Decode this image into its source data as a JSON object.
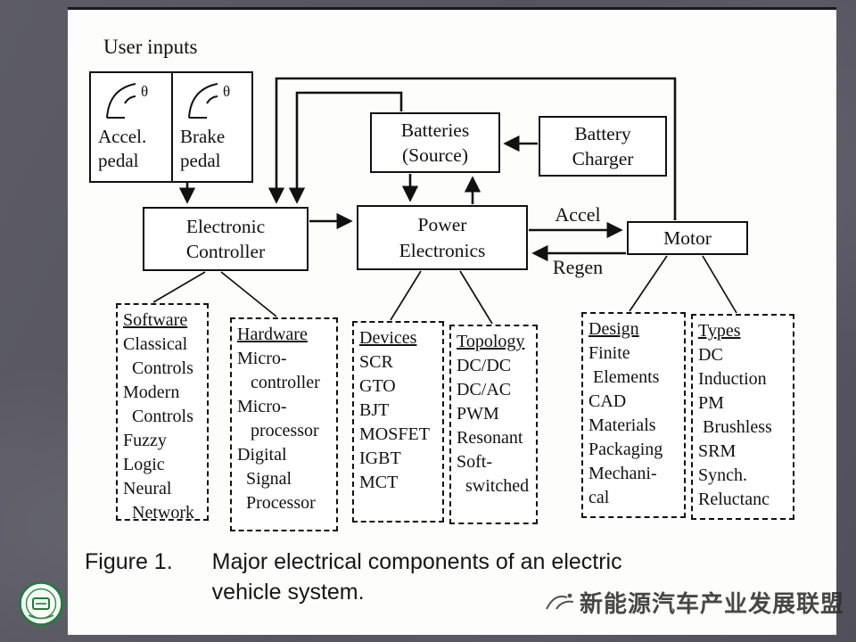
{
  "labels": {
    "user_inputs": "User inputs",
    "theta": "θ",
    "accel_flow": "Accel",
    "regen_flow": "Regen"
  },
  "blocks": {
    "accel_pedal": {
      "line1": "Accel.",
      "line2": "pedal"
    },
    "brake_pedal": {
      "line1": "Brake",
      "line2": "pedal"
    },
    "batteries": {
      "line1": "Batteries",
      "line2": "(Source)"
    },
    "charger": {
      "line1": "Battery",
      "line2": "Charger"
    },
    "controller": {
      "line1": "Electronic",
      "line2": "Controller"
    },
    "power": {
      "line1": "Power",
      "line2": "Electronics"
    },
    "motor": {
      "line1": "Motor"
    }
  },
  "lists": {
    "software": {
      "header": "Software",
      "lines": [
        "Classical",
        "  Controls",
        "Modern",
        "  Controls",
        "Fuzzy",
        "Logic",
        "Neural",
        "  Network"
      ]
    },
    "hardware": {
      "header": "Hardware",
      "lines": [
        "Micro-",
        "   controller",
        "Micro-",
        "   processor",
        "Digital",
        "  Signal",
        "  Processor"
      ]
    },
    "devices": {
      "header": "Devices",
      "lines": [
        "SCR",
        "GTO",
        "BJT",
        "MOSFET",
        "IGBT",
        "MCT"
      ]
    },
    "topology": {
      "header": "Topology",
      "lines": [
        "DC/DC",
        "DC/AC",
        "PWM",
        "Resonant",
        "Soft-",
        "  switched"
      ]
    },
    "design": {
      "header": "Design",
      "lines": [
        "Finite",
        " Elements",
        "CAD",
        "Materials",
        "Packaging",
        "Mechani-",
        "cal"
      ]
    },
    "types": {
      "header": "Types",
      "lines": [
        "DC",
        "Induction",
        "PM",
        " Brushless",
        "SRM",
        "Synch.",
        "Reluctanc"
      ]
    }
  },
  "caption": {
    "figure_label": "Figure 1.",
    "text_line1": "Major electrical components of an electric",
    "text_line2": "vehicle system."
  },
  "watermark": {
    "text": "新能源汽车产业发展联盟"
  },
  "colors": {
    "background": "#57565f",
    "panel": "#fdfdfc",
    "ink": "#111111",
    "logo_green": "#1e7d3c"
  }
}
